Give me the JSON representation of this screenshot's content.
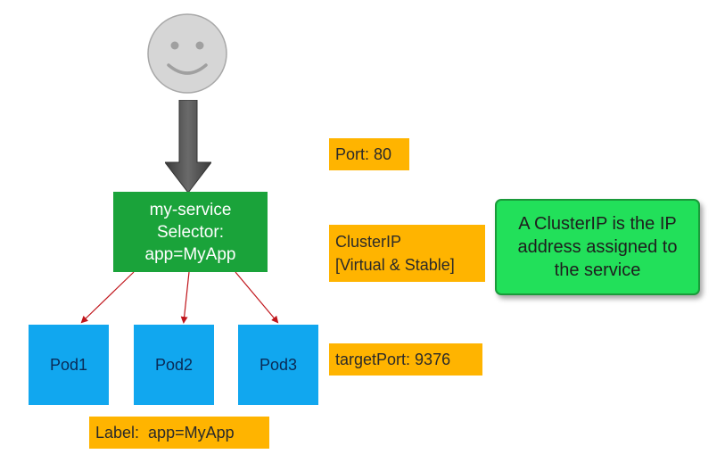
{
  "user": {
    "icon": "smiley-user-icon"
  },
  "service": {
    "name": "my-service",
    "selector_label": "Selector:",
    "selector_value": "app=MyApp",
    "color": "#1aa33a"
  },
  "pods": [
    {
      "label": "Pod1"
    },
    {
      "label": "Pod2"
    },
    {
      "label": "Pod3"
    }
  ],
  "pod_color": "#11a7ef",
  "tags": {
    "port": "Port: 80",
    "clusterip_line1": "ClusterIP",
    "clusterip_line2": "[Virtual & Stable]",
    "target_port": "targetPort: 9376",
    "label": "Label:  app=MyApp",
    "color": "#ffb400"
  },
  "note": {
    "line1": "A ClusterIP is the IP",
    "line2": "address assigned to",
    "line3": "the service",
    "color": "#22e05a"
  },
  "link_color": "#c0161c"
}
